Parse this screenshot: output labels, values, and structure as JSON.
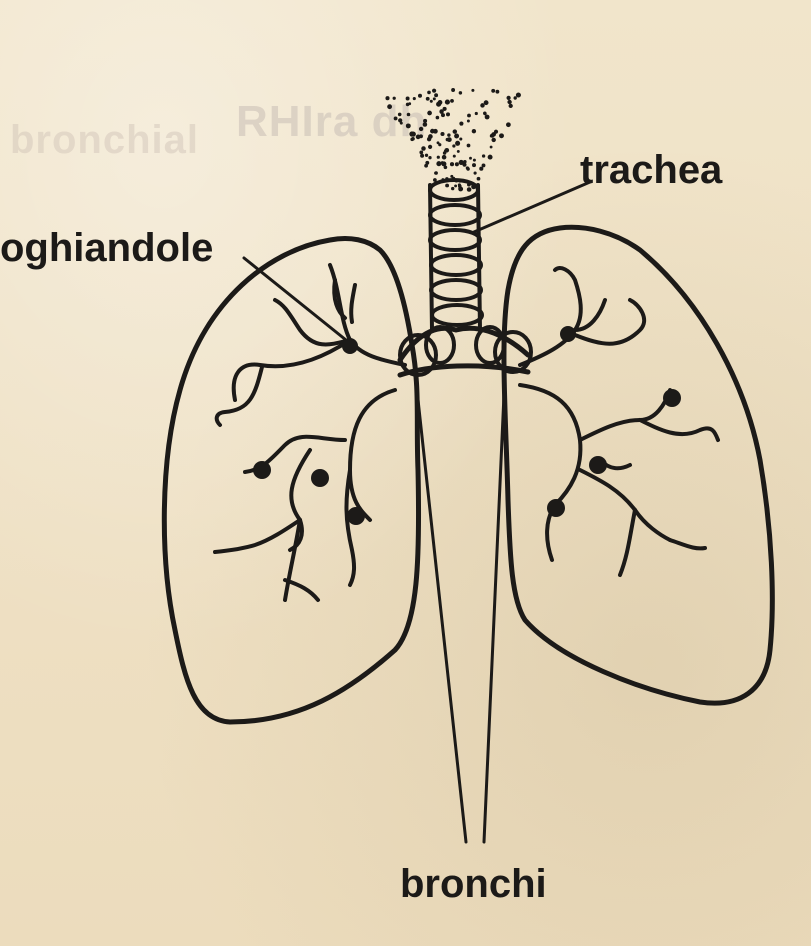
{
  "labels": {
    "trachea": "trachea",
    "linfoghiandole": "oghiandole",
    "bronchi": "bronchi"
  },
  "bleed_through": {
    "line1": "RHIra dh",
    "line2": "bronchial"
  },
  "colors": {
    "paper": "#efe2c6",
    "ink": "#1c1a18"
  }
}
